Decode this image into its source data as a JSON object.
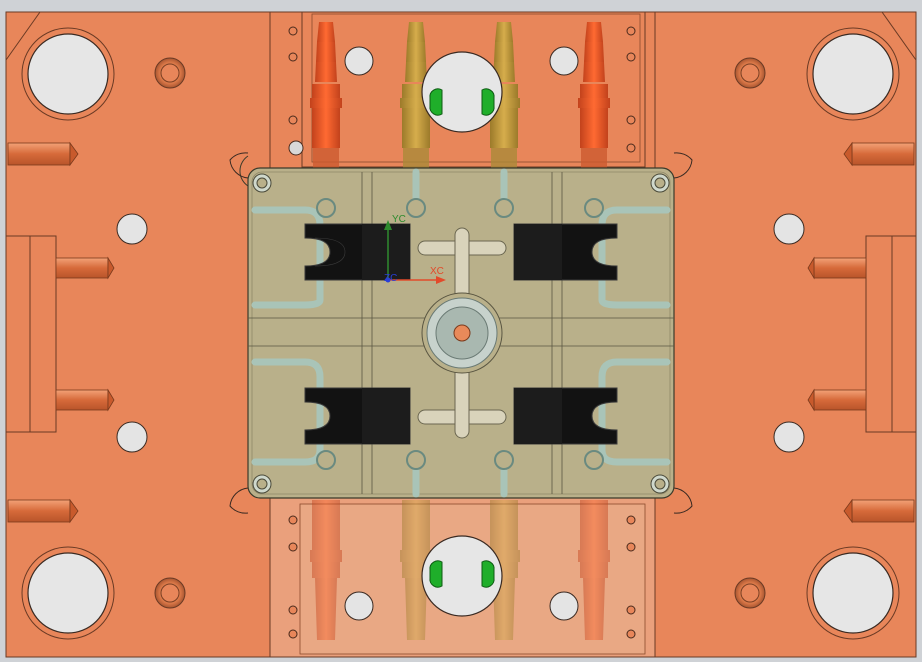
{
  "viewport": {
    "background": "#cfd2d6",
    "plate_color": "#e8865a",
    "plate_edge": "#6a3a24",
    "insert_color": "#b9b08a",
    "hose_colors": [
      "#ee5a2c",
      "#c89a3a",
      "#c89a3a",
      "#ee5a2c"
    ],
    "accent_green": "#1fae2a"
  },
  "wcs": {
    "x_label": "XC",
    "y_label": "YC",
    "z_label": "ZC",
    "x_color": "#e24a2a",
    "y_color": "#2e8b2e",
    "z_color": "#2a3fd6"
  }
}
